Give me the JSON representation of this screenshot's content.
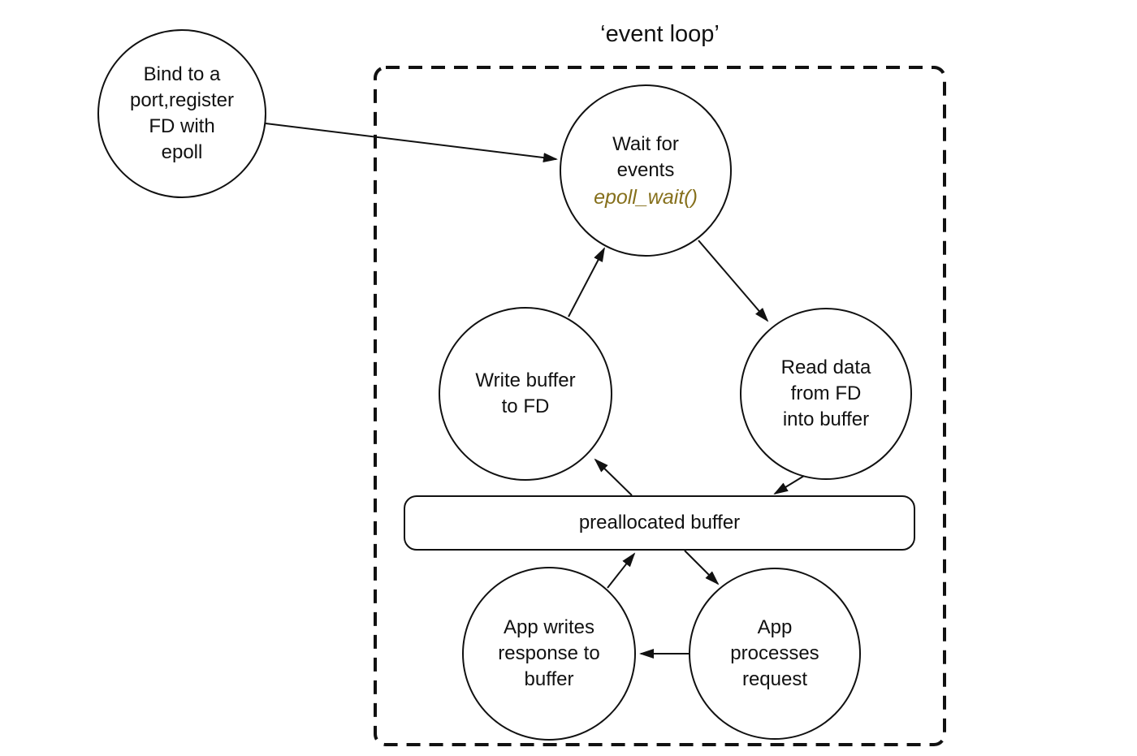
{
  "diagram": {
    "title": "‘event loop’",
    "nodes": {
      "bind": {
        "label": "Bind to a\nport,register\nFD with\nepoll"
      },
      "wait": {
        "label": "Wait for\nevents",
        "code": "epoll_wait()"
      },
      "write_buffer": {
        "label": "Write buffer\nto FD"
      },
      "read_data": {
        "label": "Read data\nfrom FD\ninto buffer"
      },
      "buffer": {
        "label": "preallocated buffer"
      },
      "app_writes": {
        "label": "App writes\nresponse to\nbuffer"
      },
      "app_processes": {
        "label": "App\nprocesses\nrequest"
      }
    },
    "edges": [
      {
        "from": "bind",
        "to": "wait"
      },
      {
        "from": "write_buffer",
        "to": "wait"
      },
      {
        "from": "wait",
        "to": "read_data"
      },
      {
        "from": "read_data",
        "to": "buffer"
      },
      {
        "from": "buffer",
        "to": "write_buffer"
      },
      {
        "from": "app_writes",
        "to": "buffer"
      },
      {
        "from": "buffer",
        "to": "app_processes"
      },
      {
        "from": "app_processes",
        "to": "app_writes"
      }
    ],
    "colors": {
      "stroke": "#111111",
      "text": "#111111",
      "code_text": "#86701c",
      "background": "#ffffff"
    }
  }
}
